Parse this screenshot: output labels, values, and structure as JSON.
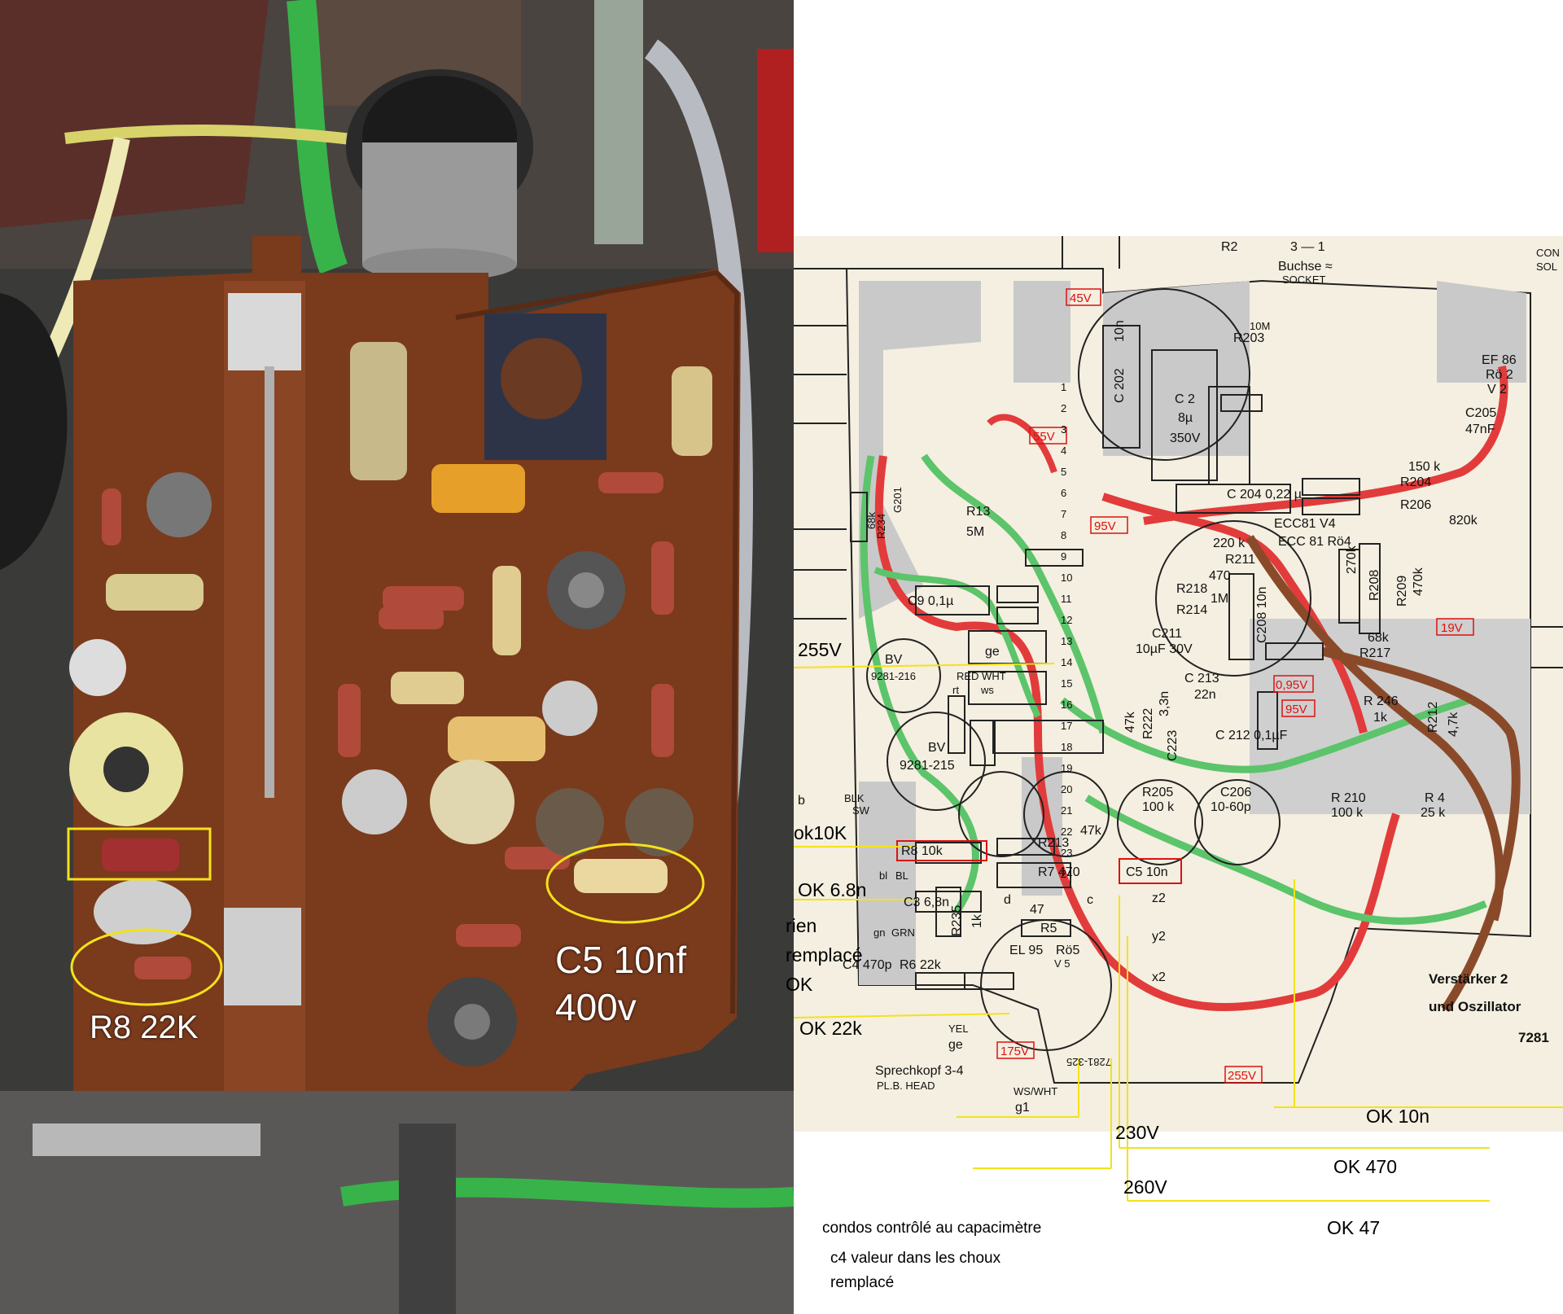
{
  "photo": {
    "label_r8": "R8 22K",
    "label_c5_line1": "C5 10nf",
    "label_c5_line2": "400v"
  },
  "schematic": {
    "title_line1": "Verstärker 2",
    "title_line2": "und Oszillator",
    "code": "7281",
    "header": {
      "r2": "R2",
      "pins": "3 — 1",
      "buchse": "Buchse ≈",
      "socket": "SOCKET",
      "corner1": "CON",
      "corner2": "SOL"
    },
    "tubes": {
      "ef86": "EF 86",
      "ro2": "Rö 2",
      "v2": "V 2",
      "ecc81_v4": "ECC81 V4",
      "ecc81_ro4": "ECC 81 Rö4",
      "el95": "EL 95",
      "ro5": "Rö5",
      "v5": "V 5"
    },
    "components": {
      "c202": "C 202",
      "c202_val": "10n",
      "c2": "C 2",
      "c2_val1": "8µ",
      "c2_val2": "350V",
      "c205": "C205",
      "c205_val": "47nF",
      "r203": "R203",
      "r203_val": "10M",
      "r204": "R204",
      "r204_val": "150 k",
      "r206": "R206",
      "r206_val": "820k",
      "c204": "C 204  0,22 µ",
      "r234": "R234",
      "r234_val": "68k",
      "g201": "G201",
      "r13": "R13",
      "r13_val": "5M",
      "c9": "C9  0,1µ",
      "r211": "R211",
      "r211_val": "220 k",
      "r218": "R218",
      "r218_val": "470",
      "r214": "R214",
      "r214_val": "1M",
      "c208": "C208 10n",
      "r208": "R208",
      "r208_val": "270k",
      "r209": "R209",
      "r209_val": "470k",
      "c211": "C211",
      "c211_val": "10µF 30V",
      "r217": "R217",
      "r217_val": "68k",
      "c213": "C 213",
      "c213_val": "22n",
      "r222": "R222",
      "r222_val": "47k",
      "c223": "C223",
      "c223_val": "3,3n",
      "r246": "R 246",
      "r246_val": "1k",
      "r212": "R212",
      "r212_val": "4,7k",
      "c212": "C 212    0,1µF",
      "bv1": "BV",
      "bv1_num": "9281-216",
      "bv2": "BV",
      "bv2_num": "9281-215",
      "r205": "R205",
      "r205_val": "100 k",
      "c206": "C206",
      "c206_val": "10-60p",
      "r210": "R 210",
      "r210_val": "100 k",
      "r4": "R 4",
      "r4_val": "25 k",
      "r213": "R213",
      "r213_val": "47k",
      "r8": "R8   10k",
      "r7": "R7   470",
      "c5": "C5   10n",
      "c3": "C3  6,8n",
      "r235": "R235",
      "r235_val": "1k",
      "r5": "R5",
      "r5_val": "47",
      "c4": "C4 470p",
      "r6": "R6   22k"
    },
    "voltages": [
      "45V",
      "55V",
      "95V",
      "0,95V",
      "95V",
      "19V",
      "175V",
      "255V"
    ],
    "wires": {
      "ge": "ge",
      "red_wht": "RED WHT",
      "rt": "rt",
      "ws": "ws",
      "blk": "BLK",
      "sw": "SW",
      "bl": "bl",
      "bl2": "BL",
      "gn": "gn",
      "grn": "GRN",
      "yel": "YEL",
      "ge2": "ge",
      "ws_wht": "WS/WHT",
      "g1": "g1",
      "head1": "Sprechkopf 3-4",
      "head2": "PL.B. HEAD",
      "z2": "z2",
      "y2": "y2",
      "x2": "x2",
      "d": "d",
      "c": "c",
      "b": "b",
      "stamp": "7281-325"
    },
    "terminals": [
      "1",
      "2",
      "3",
      "4",
      "5",
      "6",
      "7",
      "8",
      "9",
      "10",
      "11",
      "12",
      "13",
      "14",
      "15",
      "16",
      "17",
      "18",
      "19",
      "20",
      "21",
      "22",
      "23",
      "24"
    ]
  },
  "annotations": {
    "v255": "255V",
    "ok10k": "ok10K",
    "ok68n": "OK 6.8n",
    "rien": "rien",
    "remplace": "remplacé",
    "ok_after": "OK",
    "ok22k": "OK 22k",
    "v230": "230V",
    "v260": "260V",
    "ok10n": "OK 10n",
    "ok470": "OK 470",
    "ok47": "OK 47",
    "note1": "condos contrôlé au capacimètre",
    "note2": "c4 valeur dans les choux",
    "note3": "remplacé"
  },
  "colors": {
    "trace_red": "#e23b3b",
    "trace_green": "#5cc46a",
    "trace_brown": "#8a4a2a",
    "board_brown": "#7a3a1c",
    "highlight_yellow": "#f3e21a"
  }
}
